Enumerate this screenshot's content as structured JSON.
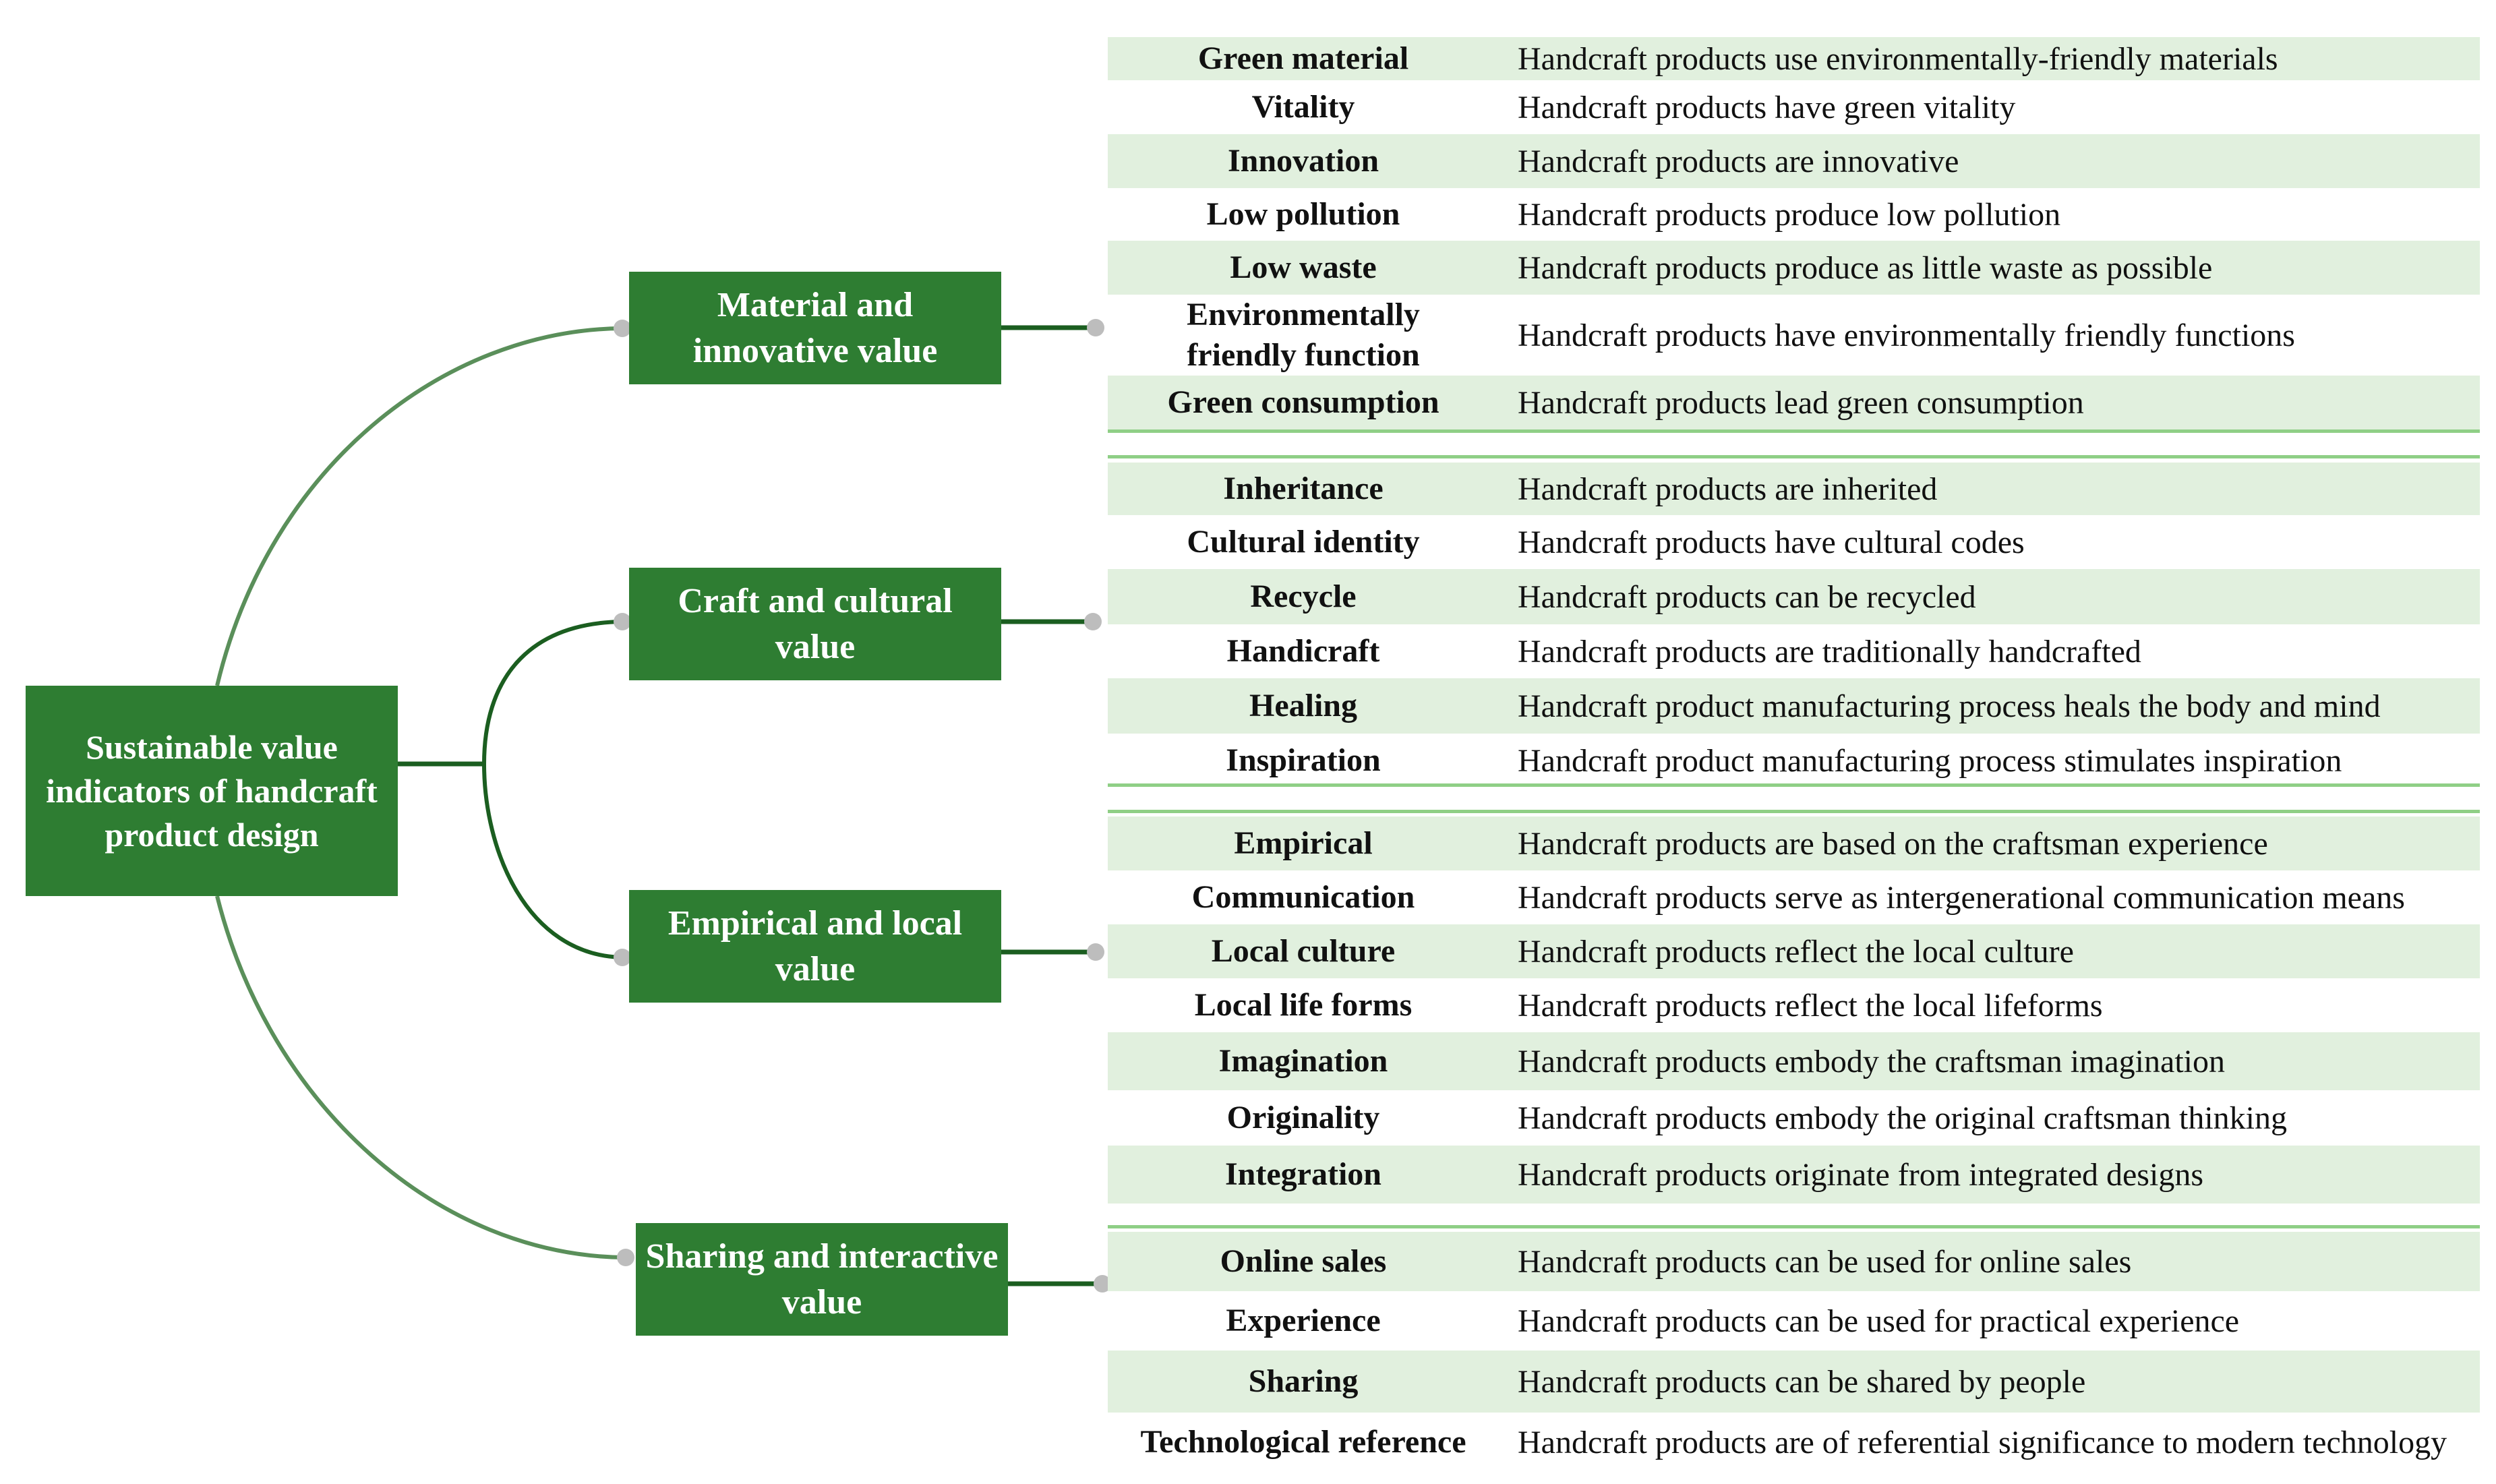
{
  "colors": {
    "box_fill": "#2e7d32",
    "box_text": "#ffffff",
    "row_shade": "#e1f0de",
    "group_rule": "#8fcf86",
    "connector": "#1b5e20",
    "arc": "#5a8f5a",
    "dot": "#bdbdbd"
  },
  "root": {
    "label": "Sustainable value indicators of handcraft product design"
  },
  "groups": [
    {
      "label": "Material and innovative value",
      "rows": [
        {
          "term": "Green material",
          "desc": "Handcraft products use environmentally-friendly materials"
        },
        {
          "term": "Vitality",
          "desc": "Handcraft products have green vitality"
        },
        {
          "term": "Innovation",
          "desc": "Handcraft products are innovative"
        },
        {
          "term": "Low pollution",
          "desc": "Handcraft products produce low pollution"
        },
        {
          "term": "Low waste",
          "desc": "Handcraft products produce as little waste as possible"
        },
        {
          "term": "Environmentally friendly function",
          "desc": "Handcraft products have environmentally friendly functions"
        },
        {
          "term": "Green consumption",
          "desc": "Handcraft products lead green consumption"
        }
      ]
    },
    {
      "label": "Craft and cultural value",
      "rows": [
        {
          "term": "Inheritance",
          "desc": "Handcraft products are inherited"
        },
        {
          "term": "Cultural identity",
          "desc": "Handcraft products have cultural codes"
        },
        {
          "term": "Recycle",
          "desc": "Handcraft products can be recycled"
        },
        {
          "term": "Handicraft",
          "desc": "Handcraft products are traditionally handcrafted"
        },
        {
          "term": "Healing",
          "desc": "Handcraft product manufacturing process heals the body and mind"
        },
        {
          "term": "Inspiration",
          "desc": "Handcraft product manufacturing process stimulates inspiration"
        }
      ]
    },
    {
      "label": "Empirical and local value",
      "rows": [
        {
          "term": "Empirical",
          "desc": "Handcraft products are based on the craftsman experience"
        },
        {
          "term": "Communication",
          "desc": "Handcraft products serve as intergenerational communication means"
        },
        {
          "term": "Local culture",
          "desc": "Handcraft products reflect the local culture"
        },
        {
          "term": "Local life forms",
          "desc": "Handcraft products reflect the local lifeforms"
        },
        {
          "term": "Imagination",
          "desc": "Handcraft products embody the craftsman imagination"
        },
        {
          "term": "Originality",
          "desc": "Handcraft products embody the original craftsman thinking"
        },
        {
          "term": "Integration",
          "desc": "Handcraft products originate from integrated designs"
        }
      ]
    },
    {
      "label": "Sharing and interactive value",
      "rows": [
        {
          "term": "Online sales",
          "desc": "Handcraft products can be used for online sales"
        },
        {
          "term": "Experience",
          "desc": "Handcraft products can be used for practical experience"
        },
        {
          "term": "Sharing",
          "desc": "Handcraft products can be shared by people"
        },
        {
          "term": "Technological reference",
          "desc": "Handcraft products are of referential significance to modern technology"
        }
      ]
    }
  ]
}
